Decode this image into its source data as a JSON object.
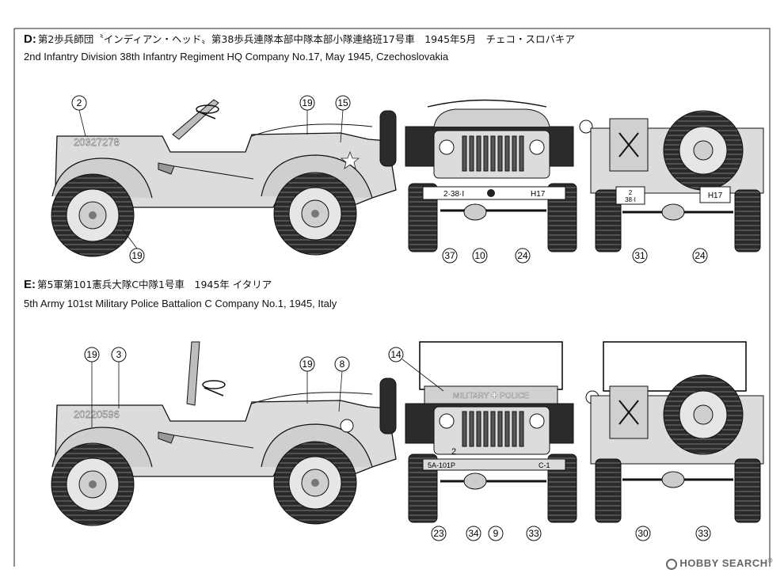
{
  "sections": [
    {
      "letter": "D:",
      "title_jp": "第2歩兵師団〝インディアン・ヘッド〟第38歩兵連隊本部中隊本部小隊連絡班17号車　1945年5月　チェコ・スロバキア",
      "title_en": "2nd Infantry Division 38th Infantry Regiment HQ Company No.17, May 1945, Czechoslovakia",
      "side_serial": "20327278",
      "front_plate_left": "2·38·I",
      "front_plate_right": "H17",
      "rear_plate_top": "2",
      "rear_plate_bottom": "38·I",
      "rear_plate_right": "H17",
      "callouts": {
        "side": [
          "2",
          "19",
          "15",
          "19"
        ],
        "front": [
          "37",
          "10",
          "24"
        ],
        "rear": [
          "31",
          "24"
        ]
      }
    },
    {
      "letter": "E:",
      "title_jp": "第5軍第101憲兵大隊C中隊1号車　1945年 イタリア",
      "title_en": "5th Army 101st Military Police Battalion C Company No.1, 1945, Italy",
      "side_serial": "20220596",
      "front_sign": "MILITARY ✚ POLICE",
      "front_plate_left": "5A-101P",
      "front_plate_right": "C-1",
      "front_number": "2",
      "callouts": {
        "side": [
          "19",
          "3",
          "19",
          "8"
        ],
        "front": [
          "14",
          "23",
          "34",
          "9",
          "33"
        ],
        "rear": [
          "30",
          "33"
        ]
      }
    }
  ],
  "watermark": {
    "text": "HOBBY SEARCH",
    "reg": "®"
  }
}
